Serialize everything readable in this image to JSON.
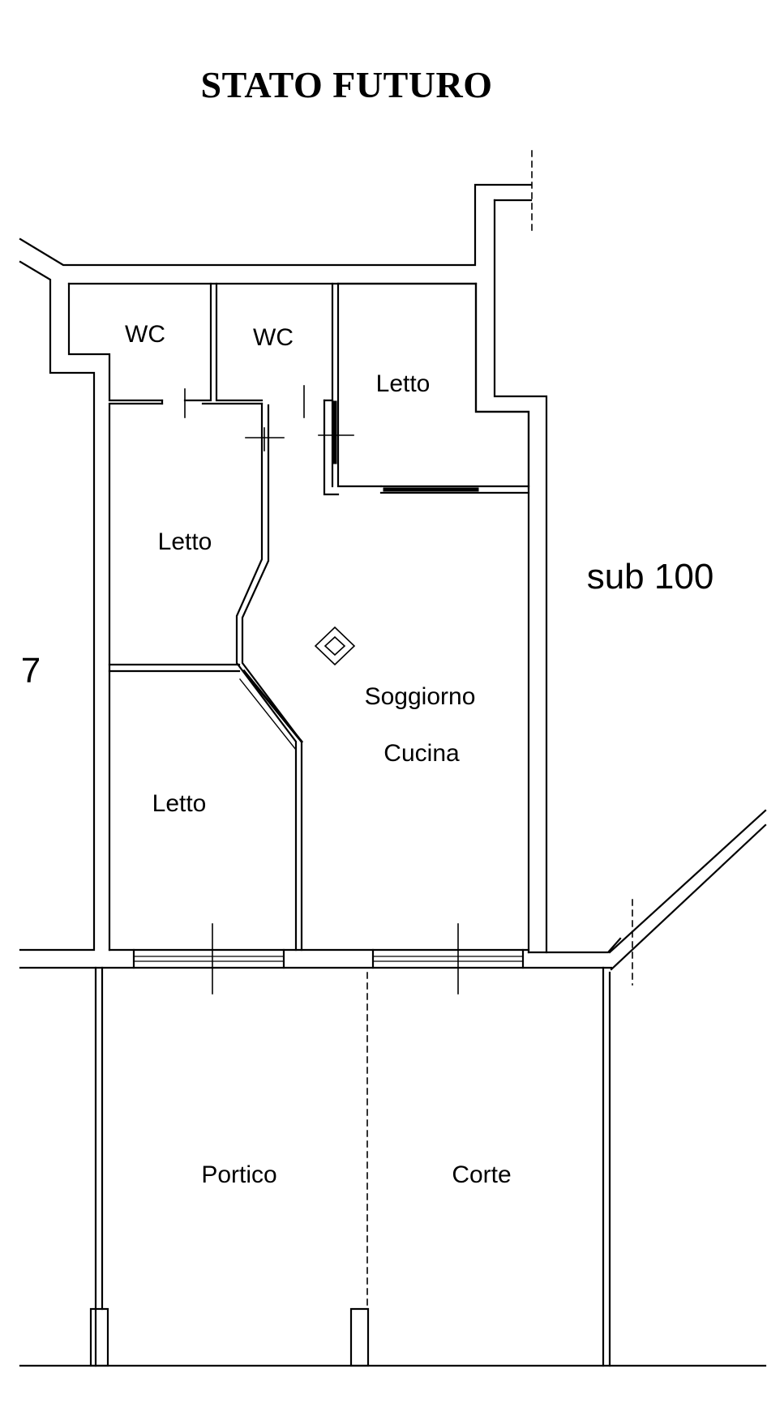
{
  "title": "STATO FUTURO",
  "rooms": {
    "wc_1": "WC",
    "wc_2": "WC",
    "letto_top_right": "Letto",
    "letto_middle_left": "Letto",
    "letto_bottom_left": "Letto",
    "soggiorno": "Soggiorno",
    "cucina": "Cucina",
    "portico": "Portico",
    "corte": "Corte"
  },
  "neighbors": {
    "right": "sub 100",
    "left": "7"
  },
  "colors": {
    "line": "#000000",
    "background": "#ffffff"
  }
}
